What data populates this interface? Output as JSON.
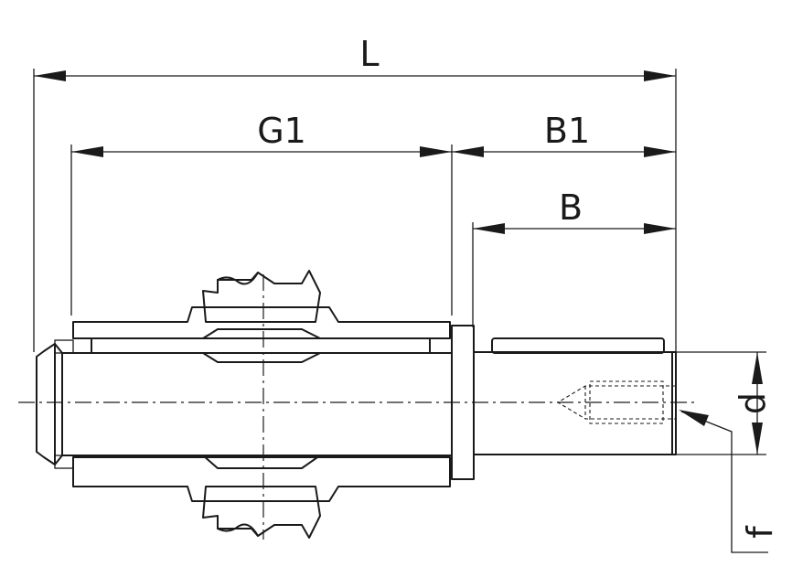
{
  "drawing": {
    "title": "",
    "labels": {
      "L": "L",
      "G1": "G1",
      "B1": "B1",
      "B": "B",
      "d": "d",
      "f": "f"
    }
  }
}
